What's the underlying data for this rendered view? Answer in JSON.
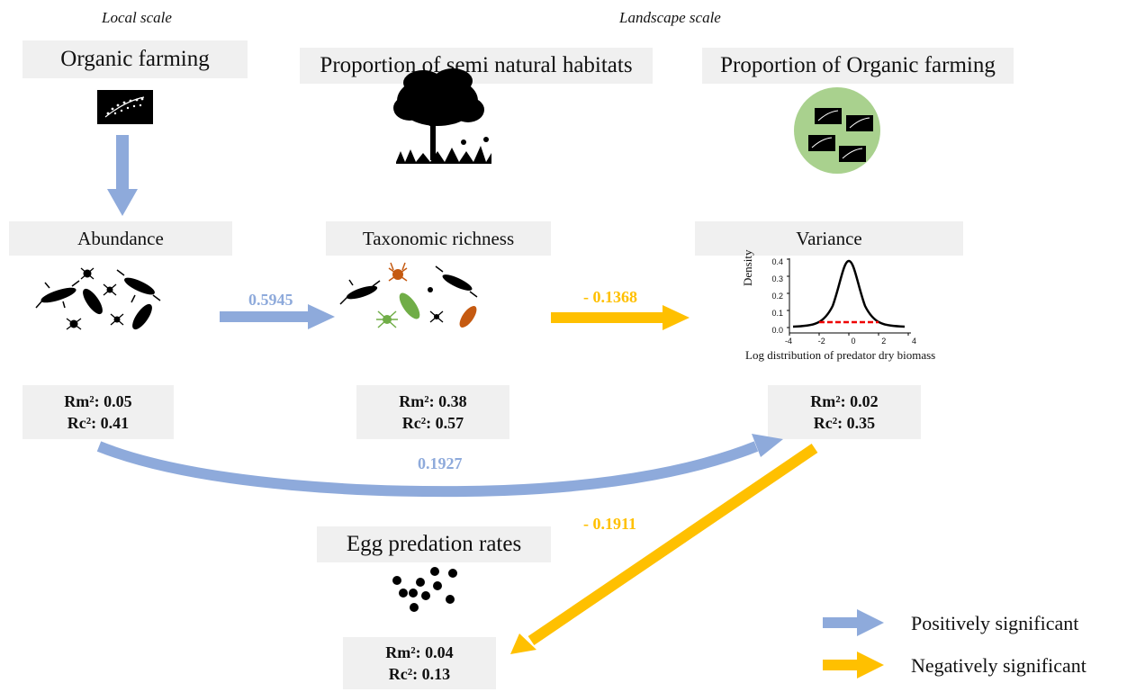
{
  "scales": {
    "local": "Local scale",
    "landscape": "Landscape scale"
  },
  "headers": {
    "organic_farming": "Organic farming",
    "semi_natural": "Proportion of semi natural habitats",
    "prop_organic": "Proportion of Organic farming"
  },
  "nodes": {
    "abundance": {
      "title": "Abundance",
      "rm": "Rm²: 0.05",
      "rc": "Rc²: 0.41"
    },
    "richness": {
      "title": "Taxonomic richness",
      "rm": "Rm²: 0.38",
      "rc": "Rc²: 0.57"
    },
    "variance": {
      "title": "Variance",
      "rm": "Rm²: 0.02",
      "rc": "Rc²: 0.35"
    },
    "egg": {
      "title": "Egg predation rates",
      "rm": "Rm²: 0.04",
      "rc": "Rc²: 0.13"
    }
  },
  "coefficients": {
    "abundance_to_richness": "0.5945",
    "richness_to_variance": "- 0.1368",
    "abundance_to_variance": "0.1927",
    "variance_to_egg": "- 0.1911"
  },
  "density_plot": {
    "ylabel": "Density",
    "xlabel": "Log distribution of predator dry  biomass",
    "yticks": [
      "0.4",
      "0.3",
      "0.2",
      "0.1",
      "0.0"
    ],
    "xticks": [
      "-4",
      "-2",
      "0",
      "2",
      "4"
    ]
  },
  "legend": {
    "positive": "Positively significant",
    "negative": "Negatively significant"
  },
  "colors": {
    "positive": "#8eaadb",
    "negative": "#ffc000",
    "box": "#f0f0f0",
    "circle": "#a9d18e"
  }
}
